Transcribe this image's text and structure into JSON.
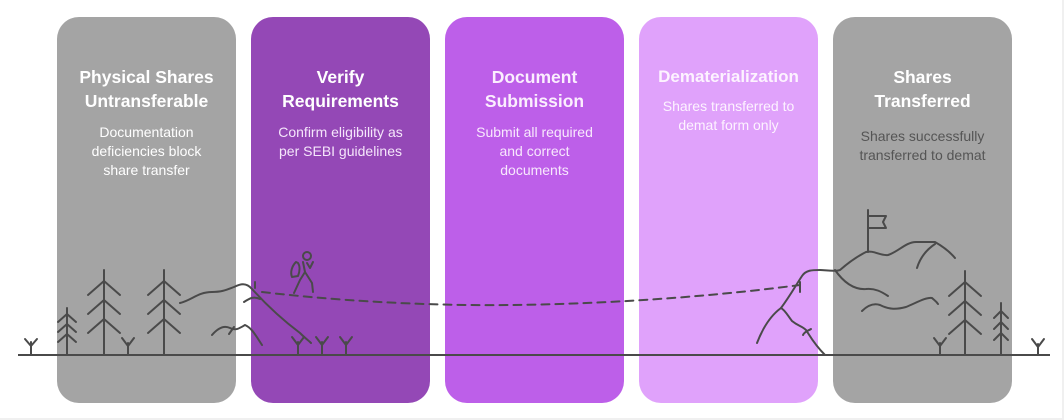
{
  "colors": {
    "card_gray": "#a4a4a4",
    "card_purple_dark": "#9448b6",
    "card_purple_mid": "#bd5fe9",
    "card_purple_light": "#e0a2fb",
    "line_stroke": "#4a4a4a",
    "text_white": "#ffffff",
    "text_light": "#f5e6fb",
    "text_dark": "#555555"
  },
  "steps": [
    {
      "title_line1": "Physical Shares",
      "title_line2": "Untransferable",
      "desc_lines": [
        "Documentation",
        "deficiencies block",
        "share transfer"
      ]
    },
    {
      "title_line1": "Verify",
      "title_line2": "Requirements",
      "desc_lines": [
        "Confirm eligibility as",
        "per SEBI guidelines"
      ]
    },
    {
      "title_line1": "Document",
      "title_line2": "Submission",
      "desc_lines": [
        "Submit all required",
        "and correct",
        "documents"
      ]
    },
    {
      "title_line1": "Dematerialization",
      "desc_lines": [
        "Shares transferred to",
        "demat form only"
      ]
    },
    {
      "title_line1": "Shares",
      "title_line2": "Transferred",
      "desc_lines": [
        "Shares successfully",
        "transferred to demat"
      ]
    }
  ],
  "icons": {
    "hiker": "hiker-icon",
    "flag": "flag-icon",
    "trees": "pine-tree-icon",
    "grass": "grass-sprout-icon",
    "mountains": "mountain-icon",
    "path": "dashed-path"
  }
}
